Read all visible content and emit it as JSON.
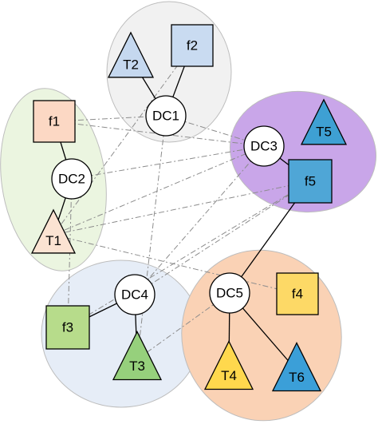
{
  "regions": [
    {
      "id": "g1",
      "fill": "#f1f1f1"
    },
    {
      "id": "g2",
      "fill": "#ebf5e0"
    },
    {
      "id": "g3",
      "fill": "#c9a6e9"
    },
    {
      "id": "g4",
      "fill": "#e6edf7"
    },
    {
      "id": "g5",
      "fill": "#fad2b5"
    }
  ],
  "nodes": [
    {
      "id": "DC1",
      "label": "DC1",
      "shape": "circle",
      "fill": "#ffffff"
    },
    {
      "id": "DC2",
      "label": "DC2",
      "shape": "circle",
      "fill": "#ffffff"
    },
    {
      "id": "DC3",
      "label": "DC3",
      "shape": "circle",
      "fill": "#ffffff"
    },
    {
      "id": "DC4",
      "label": "DC4",
      "shape": "circle",
      "fill": "#ffffff"
    },
    {
      "id": "DC5",
      "label": "DC5",
      "shape": "circle",
      "fill": "#ffffff"
    },
    {
      "id": "f1",
      "label": "f1",
      "shape": "square",
      "fill": "#fcd8c4"
    },
    {
      "id": "f2",
      "label": "f2",
      "shape": "square",
      "fill": "#c9dbf1"
    },
    {
      "id": "f3",
      "label": "f3",
      "shape": "square",
      "fill": "#b7dc8b"
    },
    {
      "id": "f4",
      "label": "f4",
      "shape": "square",
      "fill": "#fdd966"
    },
    {
      "id": "f5",
      "label": "f5",
      "shape": "square",
      "fill": "#4fa6d6"
    },
    {
      "id": "T1",
      "label": "T1",
      "shape": "triangle",
      "fill": "#fbe3d2"
    },
    {
      "id": "T2",
      "label": "T2",
      "shape": "triangle",
      "fill": "#c5d8ef"
    },
    {
      "id": "T3",
      "label": "T3",
      "shape": "triangle",
      "fill": "#96d07c"
    },
    {
      "id": "T4",
      "label": "T4",
      "shape": "triangle",
      "fill": "#ffd84d"
    },
    {
      "id": "T5",
      "label": "T5",
      "shape": "triangle",
      "fill": "#3ea0d3"
    },
    {
      "id": "T6",
      "label": "T6",
      "shape": "triangle",
      "fill": "#3b9fd8"
    }
  ],
  "solid_links": [
    [
      "DC1",
      "T2"
    ],
    [
      "DC1",
      "f2"
    ],
    [
      "DC2",
      "f1"
    ],
    [
      "DC2",
      "T1"
    ],
    [
      "DC3",
      "f5"
    ],
    [
      "f5",
      "DC5"
    ],
    [
      "DC4",
      "f3"
    ],
    [
      "DC4",
      "T3"
    ],
    [
      "DC5",
      "T4"
    ],
    [
      "DC5",
      "T6"
    ]
  ],
  "dashed_links": [
    [
      "f1",
      "DC1"
    ],
    [
      "f1",
      "DC3"
    ],
    [
      "DC1",
      "DC3"
    ],
    [
      "f2",
      "T1"
    ],
    [
      "DC2",
      "DC3"
    ],
    [
      "T1",
      "DC3"
    ],
    [
      "T1",
      "f5"
    ],
    [
      "T1",
      "f4"
    ],
    [
      "f3",
      "DC2"
    ],
    [
      "f3",
      "f5"
    ],
    [
      "DC4",
      "DC3"
    ],
    [
      "DC4",
      "f5"
    ],
    [
      "T3",
      "DC1"
    ],
    [
      "T3",
      "DC5"
    ]
  ]
}
